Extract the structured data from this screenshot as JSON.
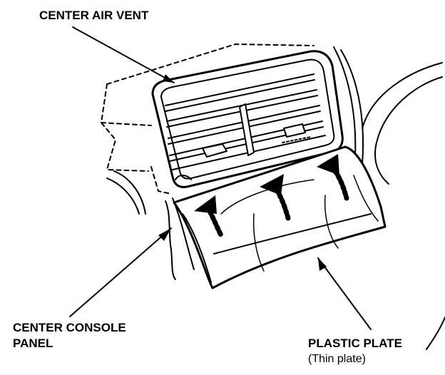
{
  "labels": {
    "center_air_vent": "CENTER AIR VENT",
    "center_console_panel_line1": "CENTER CONSOLE",
    "center_console_panel_line2": "PANEL",
    "plastic_plate": "PLASTIC PLATE",
    "plastic_plate_note": "(Thin plate)"
  }
}
